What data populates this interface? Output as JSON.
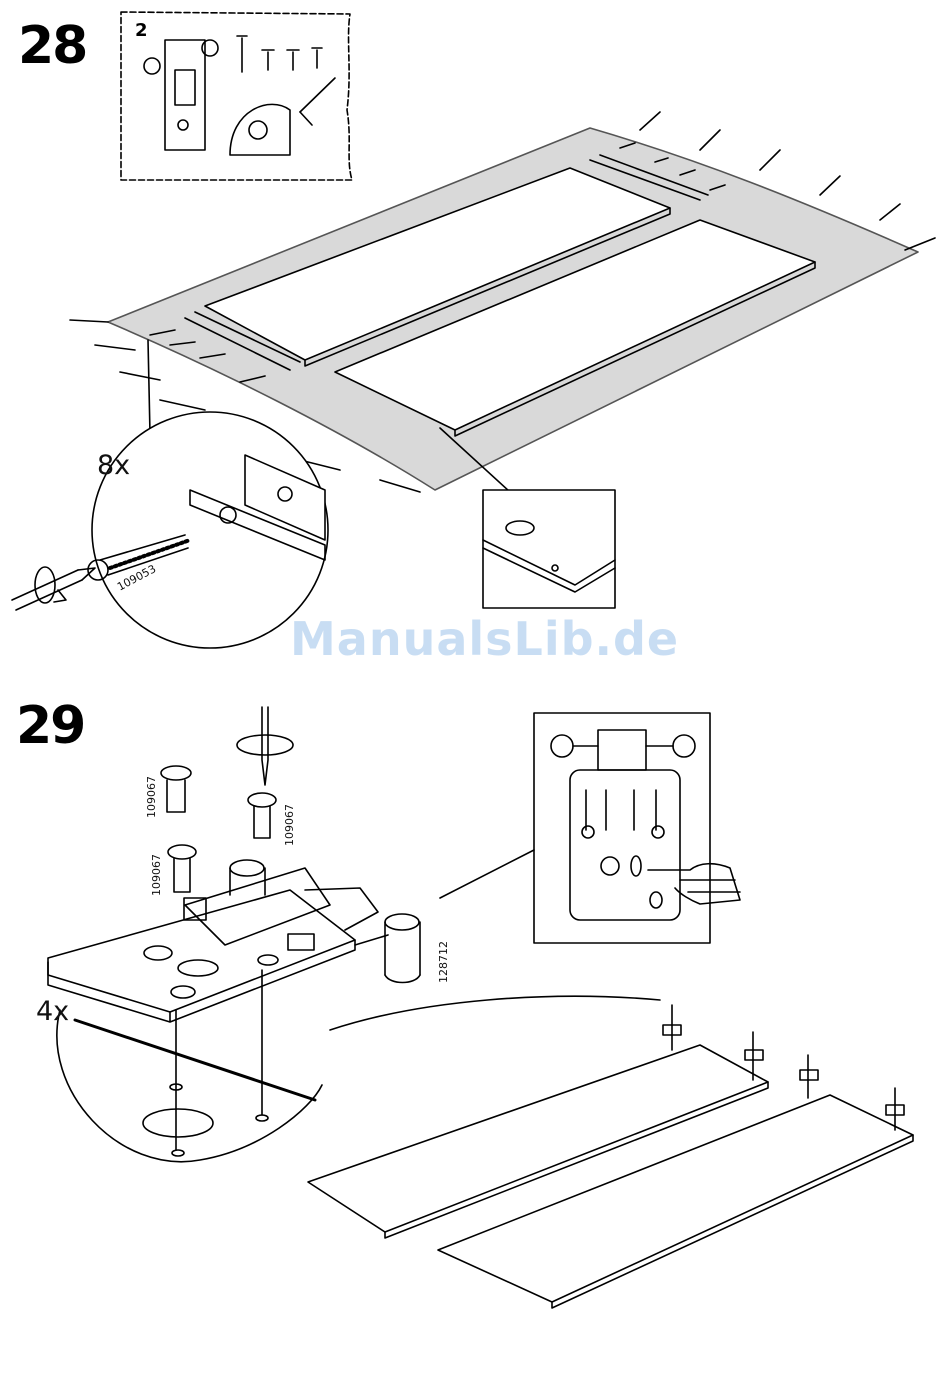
{
  "steps": [
    {
      "number": "28",
      "quantity": "8x",
      "part_number": "109053",
      "pack_count": "2"
    },
    {
      "number": "29",
      "quantity": "4x",
      "part_numbers": [
        "109067",
        "109067",
        "109067"
      ],
      "cam_part_number": "128712"
    }
  ],
  "watermark": "ManualsLib.de"
}
